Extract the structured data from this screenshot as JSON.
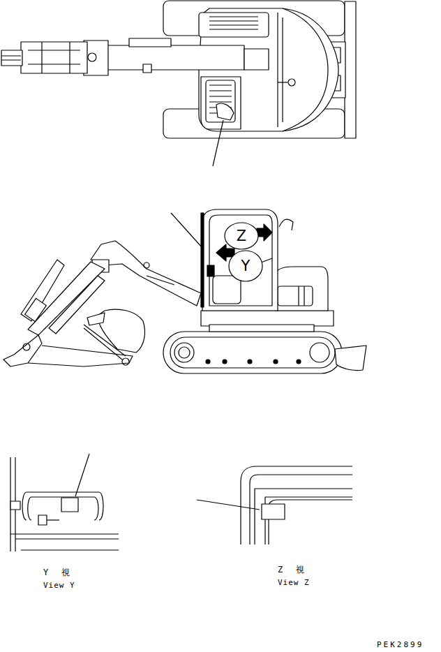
{
  "diagram": {
    "nodes": [
      {
        "text": [
          "Z"
        ]
      },
      {
        "text": [
          "Y"
        ]
      }
    ],
    "labels": [
      "Y 視",
      "View Y",
      "Z 視",
      "View Z",
      "PEK2899"
    ]
  }
}
